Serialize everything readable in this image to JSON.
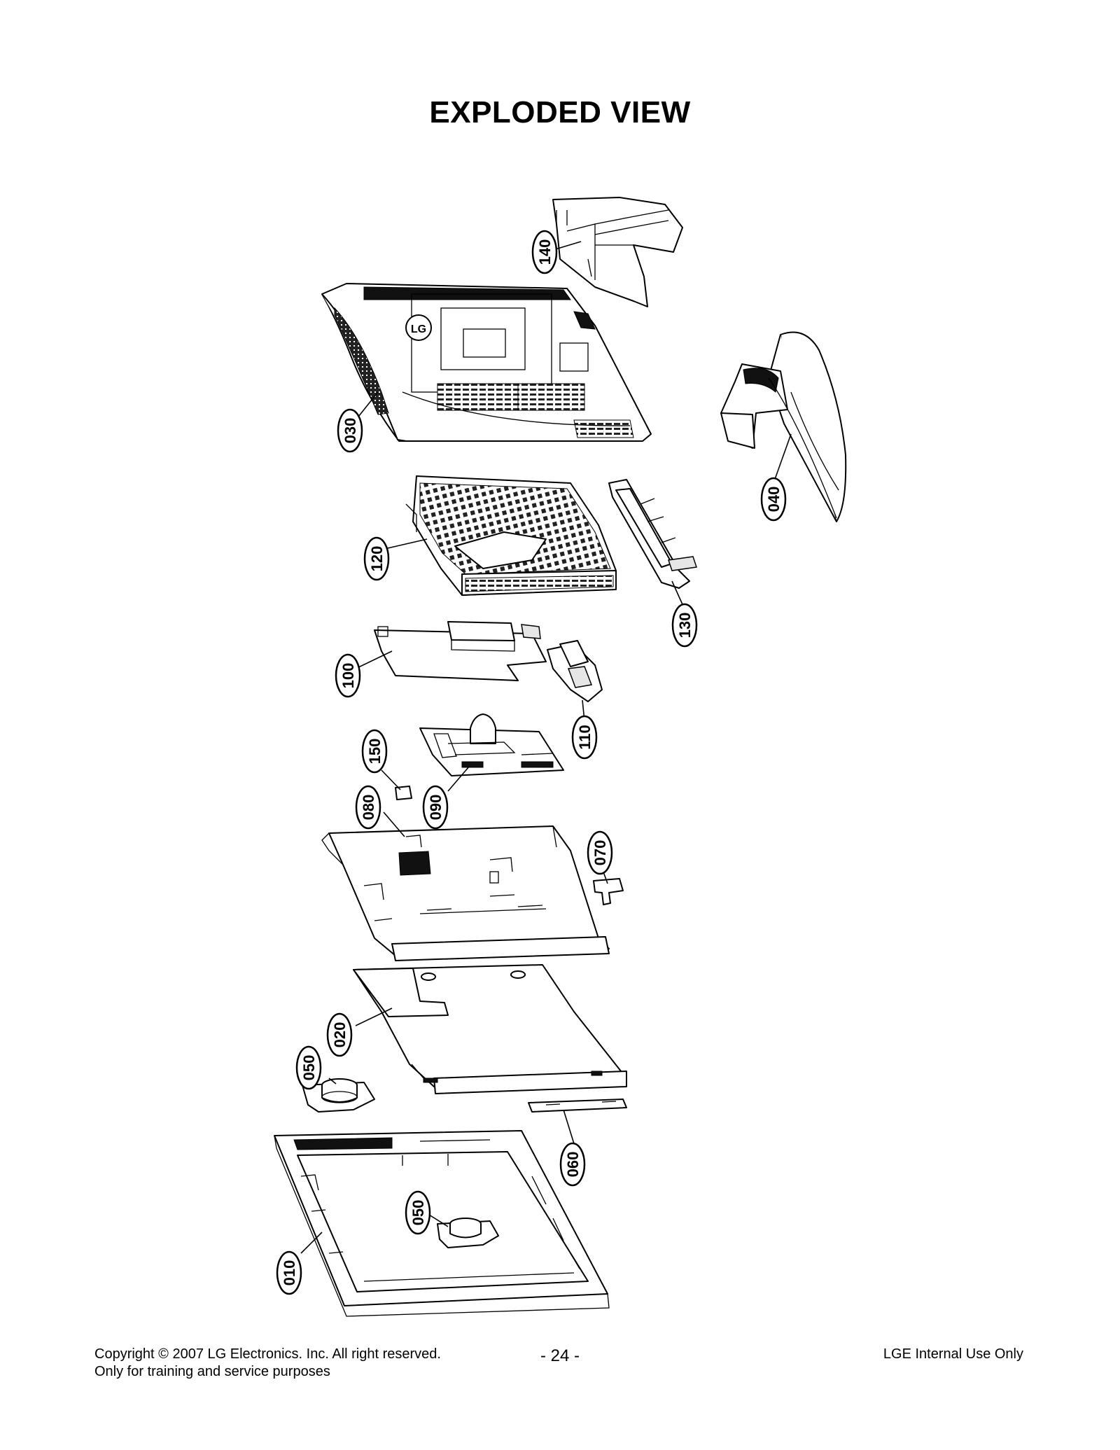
{
  "title": "EXPLODED VIEW",
  "callouts": [
    "140",
    "030",
    "040",
    "120",
    "130",
    "100",
    "110",
    "150",
    "080",
    "090",
    "070",
    "020",
    "050",
    "060",
    "010",
    "050"
  ],
  "logo_text": "LG",
  "footer": {
    "copyright": "Copyright © 2007 LG Electronics. Inc. All right reserved.",
    "purpose": "Only for training and service purposes",
    "page_number": "- 24 -",
    "internal": "LGE Internal Use Only"
  }
}
